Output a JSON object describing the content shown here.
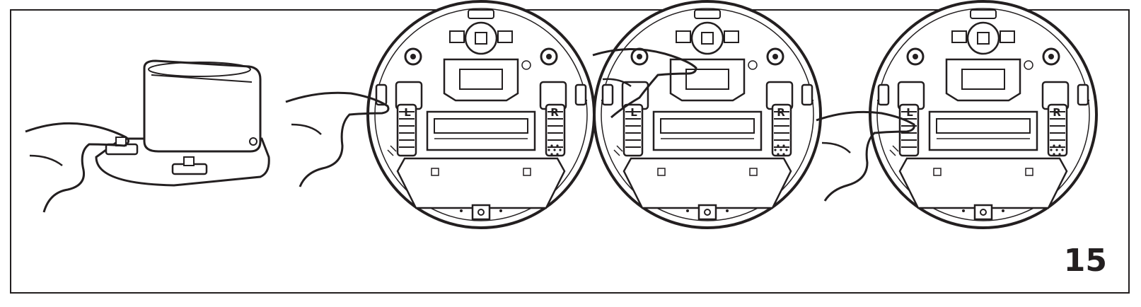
{
  "page": {
    "number": "15"
  },
  "labels": {
    "left_wheel": "L",
    "right_wheel": "R"
  },
  "colors": {
    "line": "#231f20",
    "background": "#ffffff"
  },
  "panels": [
    {
      "name": "dock-contacts",
      "icon": "charging-dock-icon"
    },
    {
      "name": "robot-side-contact",
      "icon": "robot-underside-icon"
    },
    {
      "name": "robot-center-contact",
      "icon": "robot-underside-icon"
    },
    {
      "name": "robot-wheel-contact",
      "icon": "robot-underside-icon"
    }
  ]
}
